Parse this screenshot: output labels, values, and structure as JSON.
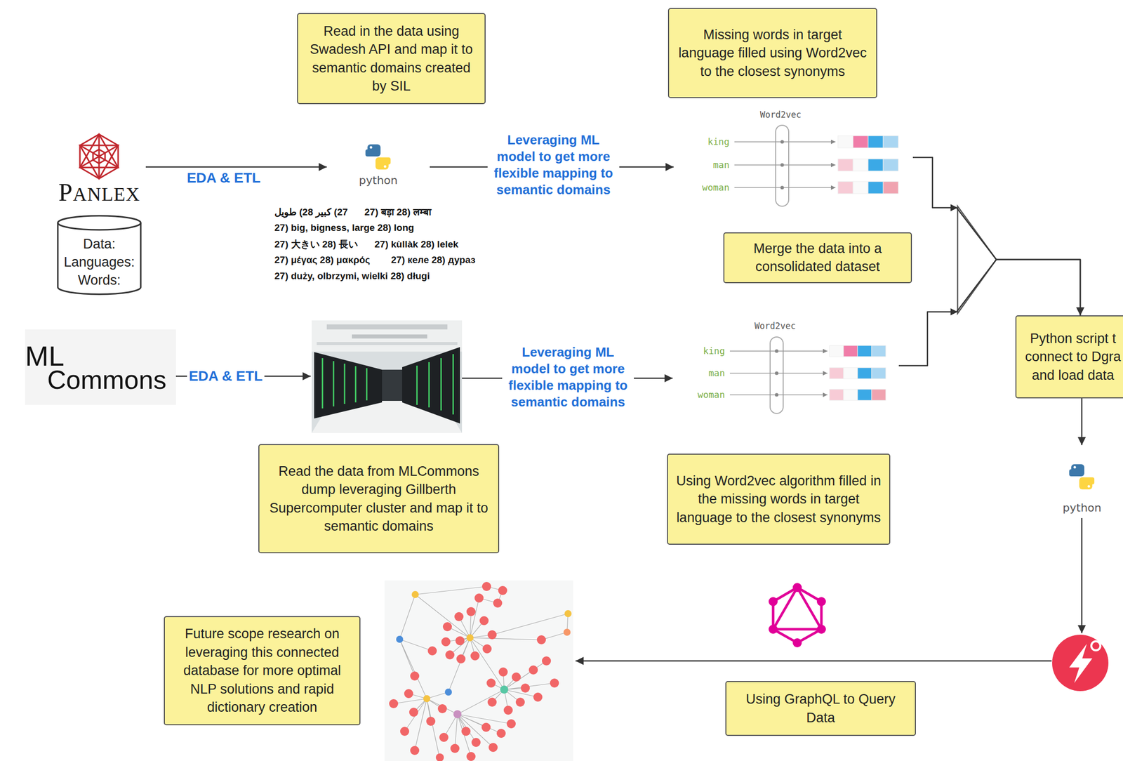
{
  "diagram": {
    "nodes": [
      {
        "text": [
          "PANLEX"
        ]
      },
      {
        "text": [
          "Data:",
          "Languages:",
          "Words:"
        ]
      },
      {
        "text": [
          "Read in the data using Swadesh API and map it to semantic domains created by SIL"
        ]
      },
      {
        "text": [
          "python"
        ]
      },
      {
        "text": [
          "Missing words in target language filled using Word2vec to the closest synonyms"
        ]
      },
      {
        "text": [
          "Word2vec",
          "king",
          "man",
          "woman"
        ]
      },
      {
        "text": [
          "Merge the data into a consolidated dataset"
        ]
      },
      {
        "text": [
          "Python script t connect to Dgra and load data"
        ]
      },
      {
        "text": [
          "ML",
          "Commons"
        ]
      },
      {
        "text": [
          "Read the data from MLCommons dump leveraging Gillberth Supercomputer cluster and map it to semantic domains"
        ]
      },
      {
        "text": [
          "Word2vec",
          "king",
          "man",
          "woman"
        ]
      },
      {
        "text": [
          "Using Word2vec algorithm filled in the missing words in target language to the closest synonyms"
        ]
      },
      {
        "text": [
          "python"
        ]
      },
      {
        "text": [
          "Future scope research on leveraging this connected database for more optimal NLP solutions and rapid dictionary creation"
        ]
      },
      {
        "text": [
          "Using GraphQL to Query Data"
        ]
      }
    ],
    "edges": [
      {
        "from": 0,
        "to": 3,
        "arrow": "to",
        "label": "EDA & ETL"
      },
      {
        "from": 3,
        "to": 5,
        "arrow": "to",
        "label": "Leveraging ML model to get more flexible mapping to semantic domains"
      },
      {
        "from": 5,
        "to": 7,
        "arrow": "to"
      },
      {
        "from": 10,
        "to": 7,
        "arrow": "to"
      },
      {
        "from": 7,
        "to": 12,
        "arrow": "to"
      }
    ],
    "labels": [
      "27) كبير 28) طويل",
      "27) बड़ा 28) लम्बा",
      "27) big, bigness, large 28) long",
      "27) 大きい 28) 長い",
      "27) kùllàk 28) lelek",
      "27) μέγας 28) μακρός",
      "27) келе 28) дураз",
      "27) duży, olbrzymi, wielki 28) długi",
      "EDA & ETL",
      "Leveraging ML model to get more flexible mapping to semantic domains"
    ]
  }
}
